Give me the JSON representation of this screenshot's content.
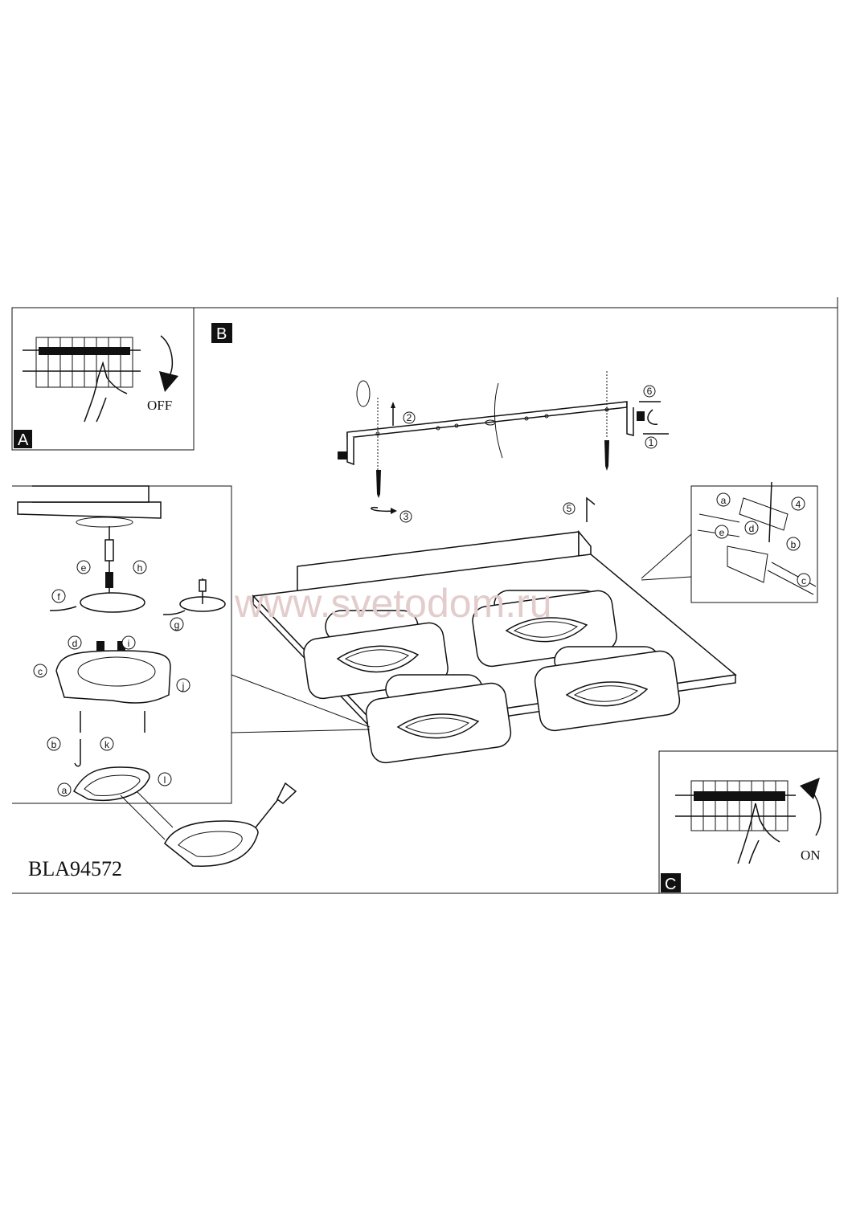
{
  "sections": {
    "a": "A",
    "b": "B",
    "c": "C"
  },
  "switch_off_label": "OFF",
  "switch_on_label": "ON",
  "model_code": "BLA94572",
  "watermark": "www.svetodom.ru",
  "steps": {
    "s1": "1",
    "s2": "2",
    "s3": "3",
    "s4": "4",
    "s5": "5",
    "s6": "6"
  },
  "detail_letters": {
    "a": "a",
    "b": "b",
    "c": "c",
    "d": "d",
    "e": "e",
    "f": "f",
    "g": "g",
    "h": "h",
    "i": "i",
    "j": "j",
    "k": "k",
    "l": "l"
  },
  "inset_letters": {
    "a": "a",
    "b": "b",
    "c": "c",
    "d": "d",
    "e": "e"
  }
}
